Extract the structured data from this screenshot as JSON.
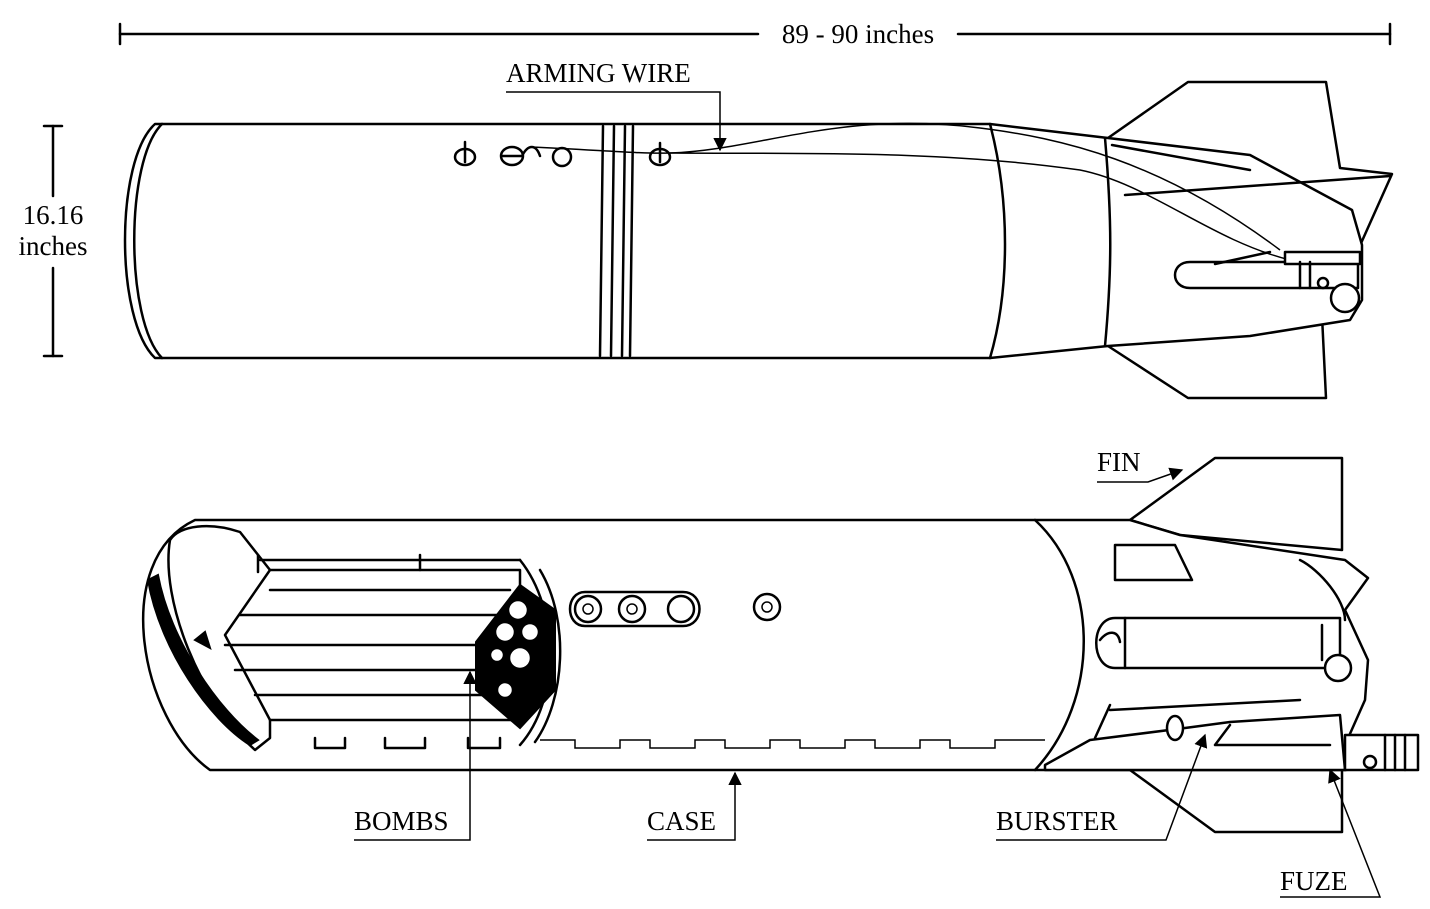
{
  "dimensions": {
    "length": "89 - 90 inches",
    "diameter_value": "16.16",
    "diameter_unit": "inches"
  },
  "labels": {
    "arming_wire": "ARMING WIRE",
    "fin": "FIN",
    "bombs": "BOMBS",
    "case": "CASE",
    "burster": "BURSTER",
    "fuze": "FUZE"
  }
}
